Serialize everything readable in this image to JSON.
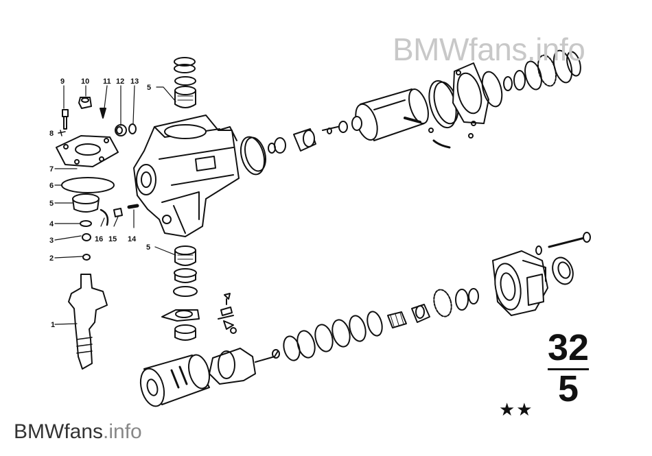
{
  "watermark": {
    "top": "BMWfans.info",
    "bottom_main": "BMWfans",
    "bottom_ext": ".info"
  },
  "group": {
    "main": "32",
    "sub": "5"
  },
  "stars": "★★",
  "callouts": [
    "9",
    "10",
    "11",
    "12",
    "13",
    "5",
    "8",
    "7",
    "6",
    "5",
    "4",
    "3",
    "2",
    "1",
    "16",
    "15",
    "14",
    "5"
  ]
}
